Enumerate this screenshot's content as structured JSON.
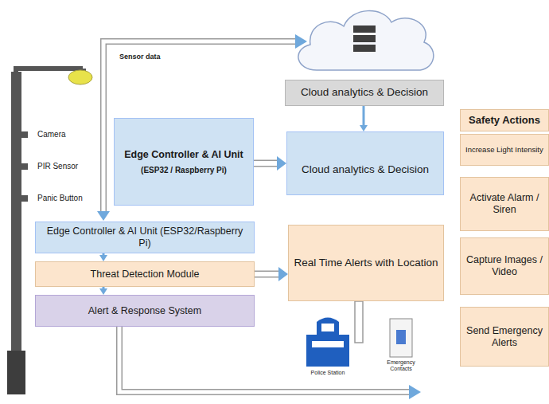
{
  "diagram": {
    "nodes": [
      {
        "text": [
          "Cloud analytics & Decision"
        ]
      },
      {
        "text": [
          "Edge Controller & AI Unit",
          "(ESP32 / Raspberry Pi)"
        ]
      },
      {
        "text": [
          "Cloud analytics & Decision"
        ]
      },
      {
        "text": [
          "Safety Actions"
        ]
      },
      {
        "text": [
          "Increase Light Intensity"
        ]
      },
      {
        "text": [
          "Activate Alarm / Siren"
        ]
      },
      {
        "text": [
          "Edge Controller & AI Unit (ESP32/Raspberry Pi)"
        ]
      },
      {
        "text": [
          "Real Time Alerts with Location"
        ]
      },
      {
        "text": [
          "Threat Detection Module"
        ]
      },
      {
        "text": [
          "Capture Images / Video"
        ]
      },
      {
        "text": [
          "Alert & Response System"
        ]
      },
      {
        "text": [
          "Send Emergency Alerts"
        ]
      }
    ],
    "edges": [
      {
        "from": 0,
        "to": 2,
        "arrow": "to"
      },
      {
        "from": 1,
        "to": 2,
        "arrow": "to"
      },
      {
        "from": 6,
        "to": 8,
        "arrow": "to"
      },
      {
        "from": 8,
        "to": 10,
        "arrow": "to"
      },
      {
        "from": 8,
        "to": 7,
        "arrow": "to"
      }
    ],
    "labels": [
      "Camera",
      "PIR Sensor",
      "Panic Button",
      "Sensor data",
      "Police Station",
      "Emergency Contacts"
    ]
  }
}
